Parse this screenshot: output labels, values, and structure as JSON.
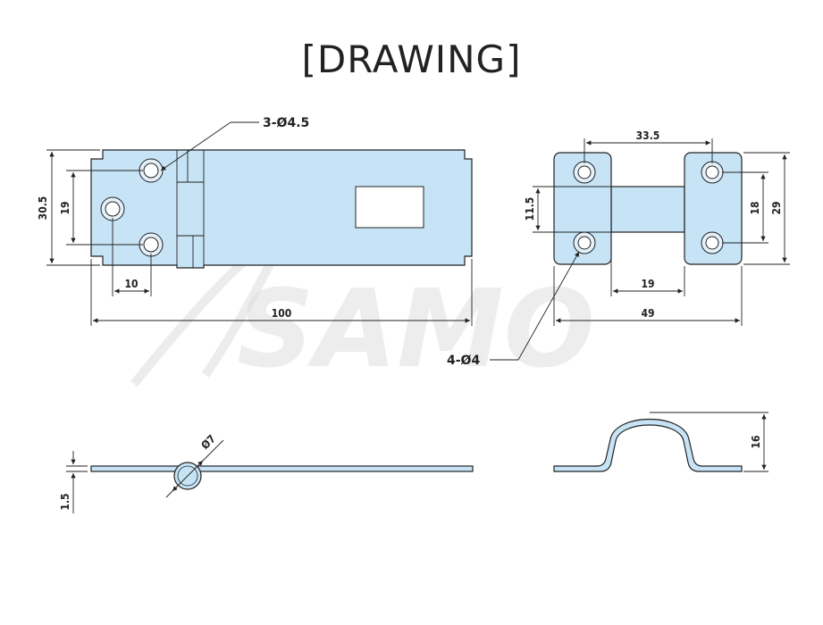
{
  "title": "[DRAWING]",
  "watermark": "SAMO",
  "colors": {
    "part_fill": "#c6e4f6",
    "line": "#222222",
    "background": "#ffffff"
  },
  "top_view": {
    "callout_holes": "3-Ø4.5",
    "dim_height_total": "30.5",
    "dim_hole_pitch_vertical": "19",
    "dim_hole_offset": "10",
    "dim_length": "100"
  },
  "side_view": {
    "callout_diameter": "Ø7",
    "dim_thickness": "1.5"
  },
  "staple_top_view": {
    "dim_hole_pitch": "33.5",
    "dim_width_left": "11.5",
    "dim_hole_pitch_vertical": "18",
    "dim_height": "29",
    "dim_inner": "19",
    "dim_length": "49",
    "callout_holes": "4-Ø4"
  },
  "staple_side_view": {
    "dim_height": "16"
  }
}
